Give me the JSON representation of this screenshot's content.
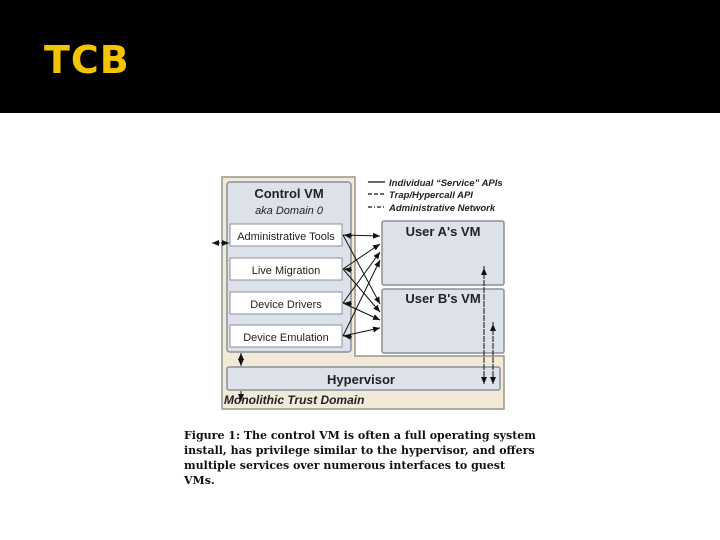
{
  "slide": {
    "title": "TCB"
  },
  "diagram": {
    "control_vm": {
      "title": "Control VM",
      "subtitle": "aka Domain 0"
    },
    "components": [
      "Administrative Tools",
      "Live Migration",
      "Device Drivers",
      "Device Emulation"
    ],
    "user_vms": [
      "User A's VM",
      "User B's VM"
    ],
    "hypervisor": "Hypervisor",
    "trust_domain": "Monolithic Trust Domain",
    "legend": {
      "solid": "Individual “Service” APIs",
      "dashed": "Trap/Hypercall API",
      "dashdot": "Administrative Network"
    }
  },
  "caption": "Figure 1:  The control VM is often a full operating system install, has privilege similar to the hypervisor, and offers multiple services over numerous interfaces to guest VMs.",
  "colors": {
    "title": "#f5c400",
    "trust_domain_fill": "#f2ead8",
    "box_fill": "#dde1ea",
    "border": "#8a8f99"
  }
}
